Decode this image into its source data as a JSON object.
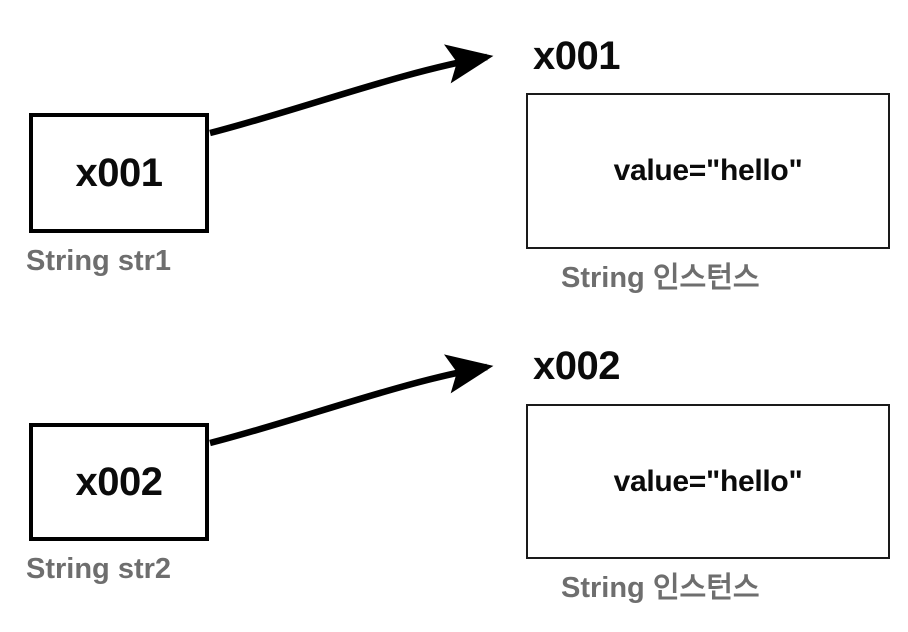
{
  "diagram": {
    "title": "String reference diagram",
    "colors": {
      "text_black": "#0b0b0b",
      "caption_gray": "#6e6e6e",
      "box_border": "#000000",
      "instance_border": "#1a1a1a",
      "background": "#ffffff"
    },
    "pairs": [
      {
        "variable": {
          "value": "x001",
          "caption": "String str1"
        },
        "arrow": {
          "name": "reference-arrow-1"
        },
        "instance": {
          "address_label": "x001",
          "field": "value=\"hello\"",
          "caption": "String 인스턴스"
        }
      },
      {
        "variable": {
          "value": "x002",
          "caption": "String str2"
        },
        "arrow": {
          "name": "reference-arrow-2"
        },
        "instance": {
          "address_label": "x002",
          "field": "value=\"hello\"",
          "caption": "String 인스턴스"
        }
      }
    ]
  }
}
